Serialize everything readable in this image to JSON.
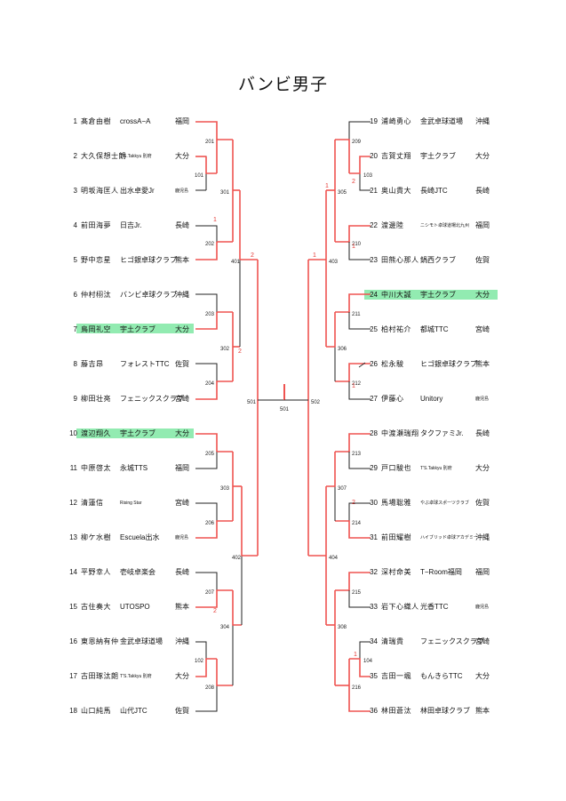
{
  "title": "バンビ男子",
  "colors": {
    "winner_line": "#ef5350",
    "loser_line": "#222222",
    "highlight": "#7fe8a3",
    "score": "#e53935"
  },
  "left_players": [
    {
      "num": "1",
      "name": "髙倉由樹",
      "club": "crossA−A",
      "pref": "福岡"
    },
    {
      "num": "2",
      "name": "大久保想士朗",
      "club": "T'S.Takkyu 別府",
      "pref": "大分"
    },
    {
      "num": "3",
      "name": "明坂海匡人",
      "club": "出水卓愛Jr",
      "pref": "鹿児島"
    },
    {
      "num": "4",
      "name": "前田海夢",
      "club": "日吉Jr.",
      "pref": "長崎"
    },
    {
      "num": "5",
      "name": "野中恋星",
      "club": "ヒゴ銀卓球クラブ",
      "pref": "熊本"
    },
    {
      "num": "6",
      "name": "仲村栩汰",
      "club": "バンビ卓球クラブ",
      "pref": "沖縄"
    },
    {
      "num": "7",
      "name": "鳥岡礼空",
      "club": "宇土クラブ",
      "pref": "大分"
    },
    {
      "num": "8",
      "name": "藤吉昂",
      "club": "フォレストTTC",
      "pref": "佐賀"
    },
    {
      "num": "9",
      "name": "柳田壮亮",
      "club": "フェニックスクラブ",
      "pref": "宮崎"
    },
    {
      "num": "10",
      "name": "渡辺翔久",
      "club": "宇土クラブ",
      "pref": "大分"
    },
    {
      "num": "11",
      "name": "中原啓太",
      "club": "永城TTS",
      "pref": "福岡"
    },
    {
      "num": "12",
      "name": "清蓮信",
      "club": "Rising Star",
      "pref": "宮崎"
    },
    {
      "num": "13",
      "name": "柳ケ水樹",
      "club": "Escuela出水",
      "pref": "鹿児島"
    },
    {
      "num": "14",
      "name": "平野幸人",
      "club": "壱岐卓楽会",
      "pref": "長崎"
    },
    {
      "num": "15",
      "name": "古住奏大",
      "club": "UTOSPO",
      "pref": "熊本"
    },
    {
      "num": "16",
      "name": "東恩納有仲",
      "club": "金武卓球道場",
      "pref": "沖縄"
    },
    {
      "num": "17",
      "name": "古田琢汰朗",
      "club": "T'S.Takkyu 別府",
      "pref": "大分"
    },
    {
      "num": "18",
      "name": "山口純馬",
      "club": "山代JTC",
      "pref": "佐賀"
    }
  ],
  "right_players": [
    {
      "num": "19",
      "name": "浦崎勇心",
      "club": "金武卓球道場",
      "pref": "沖縄"
    },
    {
      "num": "20",
      "name": "吉賀丈翔",
      "club": "宇土クラブ",
      "pref": "大分"
    },
    {
      "num": "21",
      "name": "奥山貴大",
      "club": "長崎JTC",
      "pref": "長崎"
    },
    {
      "num": "22",
      "name": "渡邊陸",
      "club": "ニシモト卓球道場北九州",
      "pref": "福岡"
    },
    {
      "num": "23",
      "name": "田熊心那人",
      "club": "鍋西クラブ",
      "pref": "佐賀"
    },
    {
      "num": "24",
      "name": "中川大誠",
      "club": "宇土クラブ",
      "pref": "大分"
    },
    {
      "num": "25",
      "name": "柏村祐介",
      "club": "都城TTC",
      "pref": "宮崎"
    },
    {
      "num": "26",
      "name": "松永駿",
      "club": "ヒゴ銀卓球クラブ",
      "pref": "熊本"
    },
    {
      "num": "27",
      "name": "伊藤心",
      "club": "Unitory",
      "pref": "鹿児島"
    },
    {
      "num": "28",
      "name": "中渡瀬瑞翔",
      "club": "タクファミJr.",
      "pref": "長崎"
    },
    {
      "num": "29",
      "name": "戸口駿也",
      "club": "T'S.Takkyu 別府",
      "pref": "大分"
    },
    {
      "num": "30",
      "name": "馬場聡雅",
      "club": "やぶ卓球スポーツクラブ",
      "pref": "佐賀"
    },
    {
      "num": "31",
      "name": "前田耀樹",
      "club": "ハイブリッド卓球アカデミー",
      "pref": "沖縄"
    },
    {
      "num": "32",
      "name": "深村命美",
      "club": "T−Room福岡",
      "pref": "福岡"
    },
    {
      "num": "33",
      "name": "岩下心織人",
      "club": "光香TTC",
      "pref": "鹿児島"
    },
    {
      "num": "34",
      "name": "清瑞貴",
      "club": "フェニックスクラブ",
      "pref": "宮崎"
    },
    {
      "num": "35",
      "name": "吉田一颯",
      "club": "もんきらTTC",
      "pref": "大分"
    },
    {
      "num": "36",
      "name": "林田蒼汰",
      "club": "林田卓球クラブ",
      "pref": "熊本"
    }
  ],
  "match_numbers": {
    "m101": "101",
    "m102": "102",
    "m103": "103",
    "m104": "104",
    "m201": "201",
    "m202": "202",
    "m203": "203",
    "m204": "204",
    "m205": "205",
    "m206": "206",
    "m207": "207",
    "m208": "208",
    "m209": "209",
    "m210": "210",
    "m211": "211",
    "m212": "212",
    "m213": "213",
    "m214": "214",
    "m215": "215",
    "m216": "216",
    "m301": "301",
    "m302": "302",
    "m303": "303",
    "m304": "304",
    "m305": "305",
    "m306": "306",
    "m307": "307",
    "m308": "308",
    "m401": "401",
    "m402": "402",
    "m403": "403",
    "m404": "404",
    "m501": "501",
    "m502": "502",
    "final": "501"
  },
  "scores": [
    "1",
    "2",
    "2",
    "1",
    "1",
    "2",
    "1",
    "1",
    "2",
    "2",
    "1"
  ]
}
